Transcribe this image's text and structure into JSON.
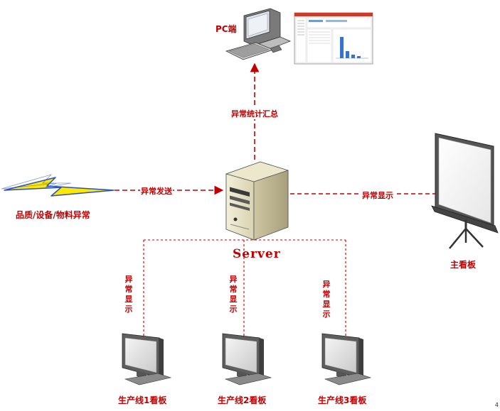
{
  "labels": {
    "pc": "PC端",
    "stats_summary": "异常统计汇总",
    "anomaly_send": "异常发送",
    "anomaly_display_right": "异常显示",
    "source": "品质/设备/物料异常",
    "server": "Server",
    "main_board": "主看板",
    "branch_1": "异常显示",
    "branch_2": "异常显示",
    "branch_3": "异常显示",
    "line_1": "生产线1看板",
    "line_2": "生产线2看板",
    "line_3": "生产线3看板",
    "corner": "4"
  },
  "colors": {
    "arrow": "#c00000",
    "label": "#c00000",
    "bolt": "#ffe800",
    "bolt_outline": "#2a50c0"
  },
  "icons": {
    "pc": "desktop-computer-icon",
    "server": "server-tower-icon",
    "screen": "projection-screen-icon",
    "monitor": "lcd-monitor-icon",
    "bolt": "lightning-bolt-icon",
    "report": "software-report-thumbnail"
  }
}
